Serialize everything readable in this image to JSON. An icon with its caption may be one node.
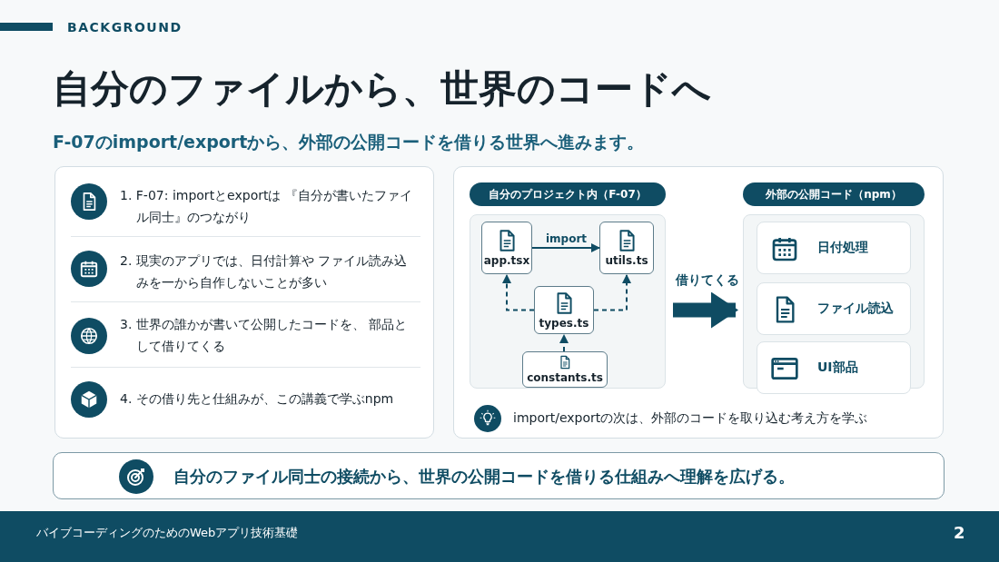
{
  "diagram": {
    "title": "自分のファイルから、世界のコードへ",
    "nodes": [
      {
        "text": [
          "自分のプロジェクト内（F-07）"
        ]
      },
      {
        "text": [
          "app.tsx"
        ],
        "in": 0
      },
      {
        "text": [
          "utils.ts"
        ],
        "in": 0
      },
      {
        "text": [
          "types.ts"
        ],
        "in": 0
      },
      {
        "text": [
          "constants.ts"
        ],
        "in": 0
      },
      {
        "text": [
          "外部の公開コード（npm）"
        ]
      },
      {
        "text": [
          "日付処理"
        ],
        "in": 5
      },
      {
        "text": [
          "ファイル読込"
        ],
        "in": 5
      },
      {
        "text": [
          "UI部品"
        ],
        "in": 5
      },
      {
        "text": [
          "自分のファイル同士の接続から、世界の公開コードを借りる仕組みへ理解を広げる。"
        ]
      }
    ],
    "edges": [
      {
        "from": 1,
        "to": 2,
        "arrow": "to",
        "label": "import"
      },
      {
        "from": 3,
        "to": 1,
        "arrow": "to",
        "style": "dashed"
      },
      {
        "from": 3,
        "to": 2,
        "arrow": "to",
        "style": "dashed"
      },
      {
        "from": 4,
        "to": 3,
        "arrow": "to",
        "style": "dashed"
      },
      {
        "from": 0,
        "to": 5,
        "arrow": "to",
        "label": "借りてくる",
        "style": "thick"
      }
    ],
    "labels": [
      "BACKGROUND",
      "F-07のimport/exportから、外部の公開コードを借りる世界へ進みます。",
      "1. F-07: importとexportは 『自分が書いたファイル同士』のつながり",
      "2. 現実のアプリでは、日付計算や ファイル読み込みを一から自作しないことが多い",
      "3. 世界の誰かが書いて公開したコードを、 部品として借りてくる",
      "4. その借り先と仕組みが、この講義で学ぶnpm",
      "import/exportの次は、外部のコードを取り込む考え方を学ぶ",
      "バイブコーディングのためのWebアプリ技術基礎",
      "2"
    ]
  }
}
